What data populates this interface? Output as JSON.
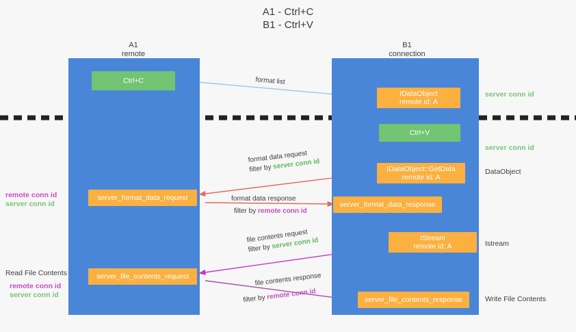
{
  "title": {
    "line1": "A1 - Ctrl+C",
    "line2": "B1 - Ctrl+V"
  },
  "columns": [
    {
      "name": "A1",
      "sub": "remote"
    },
    {
      "name": "B1",
      "sub": "connection"
    }
  ],
  "boxes": {
    "ctrl_c": {
      "label": "Ctrl+C"
    },
    "ctrl_v": {
      "label": "Ctrl+V"
    },
    "idataobject": {
      "line1": "IDataObject",
      "line2": "remote id: A"
    },
    "getdata": {
      "line1": "IDataObject::GetData",
      "line2": "remote id: A"
    },
    "istream": {
      "line1": "IStream",
      "line2": "remote id: A"
    },
    "server_format_data_request": {
      "label": "server_format_data_request"
    },
    "server_format_data_response": {
      "label": "server_format_data_response"
    },
    "server_file_contents_request": {
      "label": "server_file_contents_request"
    },
    "server_file_contents_response": {
      "label": "server_file_contents_response"
    }
  },
  "side_labels": {
    "server_conn_id_top": "server conn id",
    "server_conn_id_mid": "server conn id",
    "dataobject": "DataObject",
    "istream": "Istream",
    "write_file_contents": "Write File Contents",
    "read_file_contents": "Read File Contents",
    "remote_conn_id": "remote conn id",
    "server_conn_id": "server conn id"
  },
  "edges": {
    "format_list": "format list",
    "format_data_request": "format data request",
    "format_data_request_filter_prefix": "filter by ",
    "format_data_request_filter_value": "server conn id",
    "format_data_response": "format data response",
    "format_data_response_filter_prefix": "filter by ",
    "format_data_response_filter_value": "remote conn id",
    "file_contents_request": "file contents request",
    "file_contents_request_filter_prefix": "filter by ",
    "file_contents_request_filter_value": "server conn id",
    "file_contents_response": "file contents response",
    "file_contents_response_filter_prefix": "filter by ",
    "file_contents_response_filter_value": "remote conn id"
  },
  "colors": {
    "lane": "#4a86d8",
    "orange": "#fbb040",
    "green": "#72c472",
    "arrow_blue": "#9cc6ea",
    "arrow_red": "#e8675a",
    "arrow_magenta": "#cc33cc",
    "arrow_purple": "#a64ca6",
    "arrow_black": "#222222",
    "divider": "#222222"
  }
}
